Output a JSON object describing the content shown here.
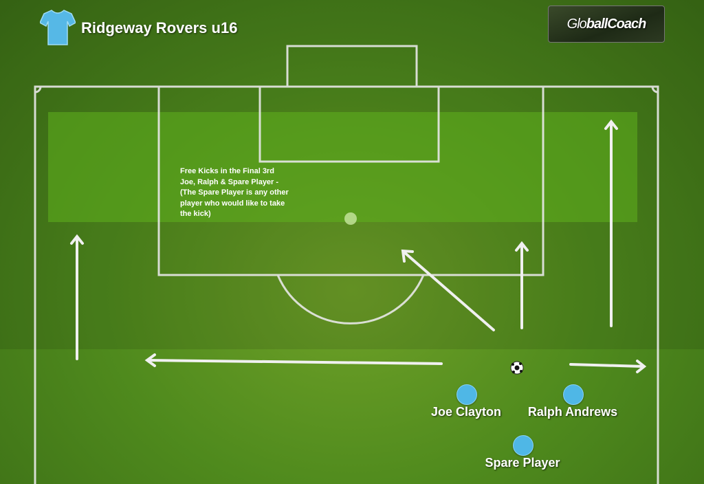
{
  "team": {
    "name": "Ridgeway Rovers u16",
    "shirt_color": "#56b8e6",
    "icon": "shirt-icon"
  },
  "logo": {
    "part1": "Glo",
    "part2": "ball",
    "part3": " Coach"
  },
  "annotation": {
    "lines": [
      "Free Kicks in the Final 3rd",
      "Joe, Ralph & Spare Player -",
      "(The Spare Player is any other",
      "player who would like to take",
      "the kick)"
    ]
  },
  "players": [
    {
      "name": "Joe Clayton"
    },
    {
      "name": "Ralph Andrews"
    },
    {
      "name": "Spare Player"
    }
  ],
  "colors": {
    "player": "#4fb7e6",
    "highlight": "#5fb01e"
  }
}
